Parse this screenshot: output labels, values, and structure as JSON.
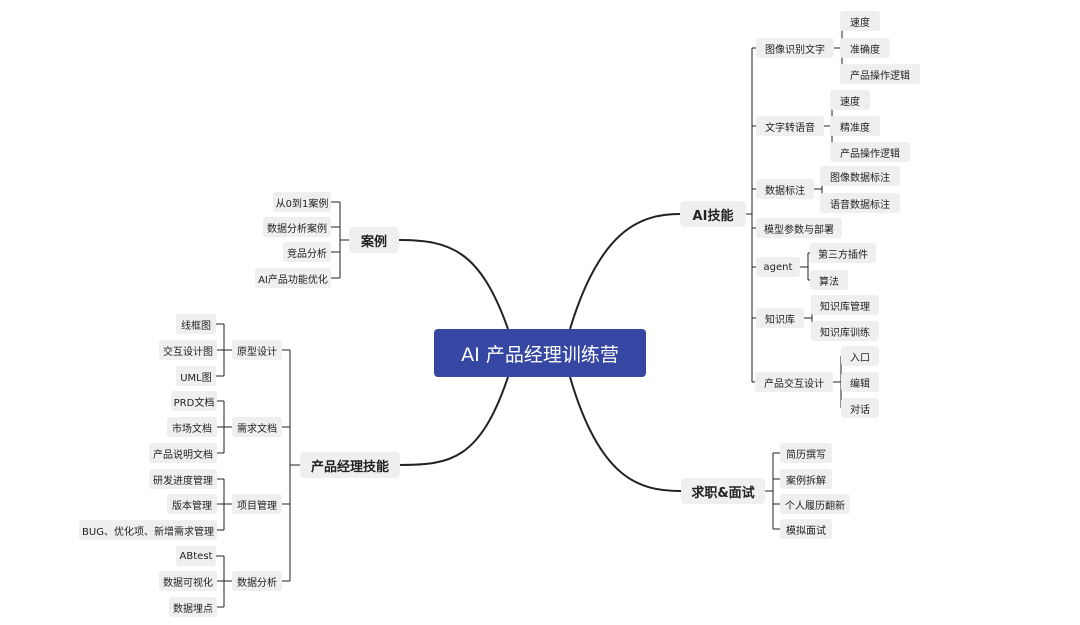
{
  "title": "AI 产品经理训练营",
  "branches": {
    "ai_skills": {
      "label": "AI技能",
      "children": [
        {
          "label": "图像识别文字",
          "children": [
            "速度",
            "准确度",
            "产品操作逻辑"
          ]
        },
        {
          "label": "文字转语音",
          "children": [
            "速度",
            "精准度",
            "产品操作逻辑"
          ]
        },
        {
          "label": "数据标注",
          "children": [
            "图像数据标注",
            "语音数据标注"
          ]
        },
        {
          "label": "模型参数与部署",
          "children": []
        },
        {
          "label": "agent",
          "children": [
            "第三方插件",
            "算法"
          ]
        },
        {
          "label": "知识库",
          "children": [
            "知识库管理",
            "知识库训练"
          ]
        },
        {
          "label": "产品交互设计",
          "children": [
            "入口",
            "编辑",
            "对话"
          ]
        }
      ]
    },
    "job": {
      "label": "求职&面试",
      "children": [
        "简历撰写",
        "案例拆解",
        "个人履历翻新",
        "模拟面试"
      ]
    },
    "cases": {
      "label": "案例",
      "children": [
        "从0到1案例",
        "数据分析案例",
        "竞品分析",
        "AI产品功能优化"
      ]
    },
    "pm_skills": {
      "label": "产品经理技能",
      "children": [
        {
          "label": "原型设计",
          "children": [
            "线框图",
            "交互设计图",
            "UML图"
          ]
        },
        {
          "label": "需求文档",
          "children": [
            "PRD文档",
            "市场文档",
            "产品说明文档"
          ]
        },
        {
          "label": "项目管理",
          "children": [
            "研发进度管理",
            "版本管理",
            "BUG、优化项、新增需求管理"
          ]
        },
        {
          "label": "数据分析",
          "children": [
            "ABtest",
            "数据可视化",
            "数据埋点"
          ]
        }
      ]
    }
  },
  "colors": {
    "root_bg": "#3546a3",
    "node_bg": "#efefef",
    "line": "#222222"
  }
}
